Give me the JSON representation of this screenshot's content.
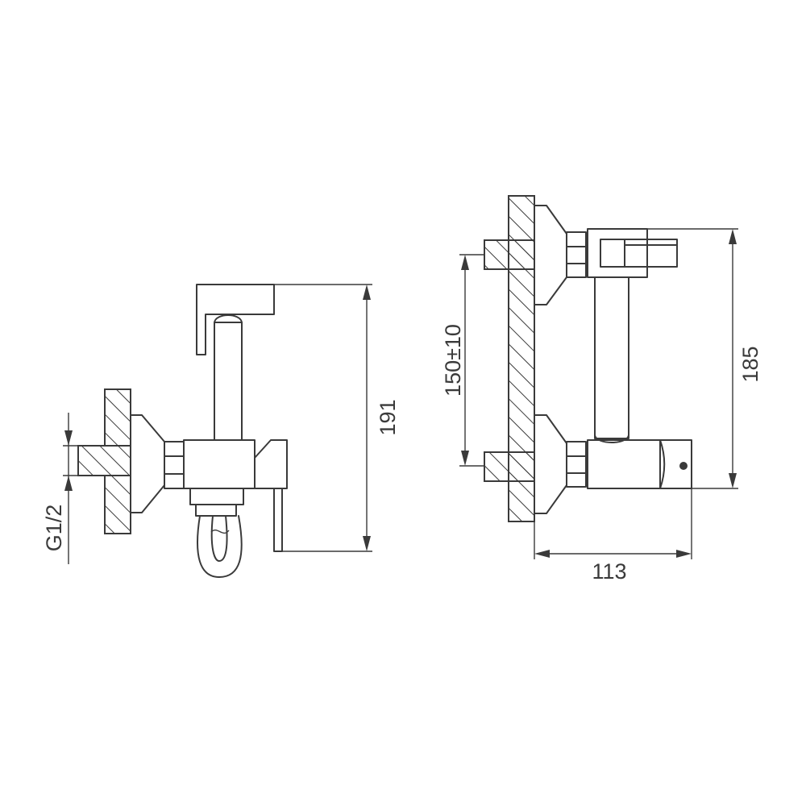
{
  "dimensions": {
    "thread": "G1/2",
    "height_side": "191",
    "height_front": "185",
    "center_distance": "150±10",
    "depth": "113"
  },
  "colors": {
    "line": "#3a3a3a",
    "background": "#ffffff"
  }
}
